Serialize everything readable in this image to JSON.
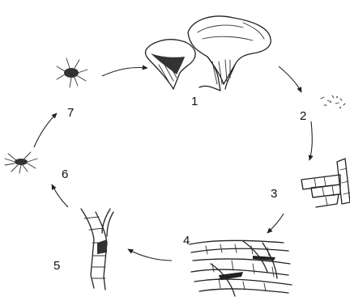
{
  "stage_labels": [
    "1",
    "2",
    "3",
    "4",
    "5",
    "6",
    "7"
  ],
  "colors": {
    "ink": "#222222",
    "background": "#ffffff"
  },
  "icons": [
    "mushroom-fruiting-bodies",
    "spores",
    "hyphae",
    "mycelium",
    "hyphal-fragment",
    "germinating-spore",
    "young-mycelium"
  ]
}
